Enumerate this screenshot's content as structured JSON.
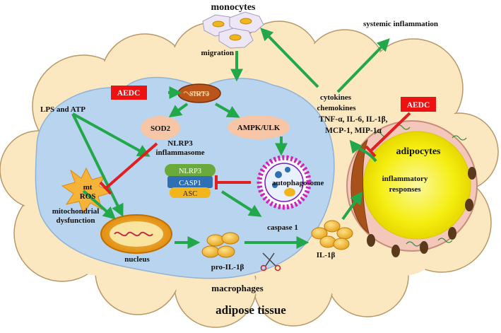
{
  "labels": {
    "monocytes": "monocytes",
    "systemic_inflammation": "systemic inflammation",
    "migration": "migration",
    "aedc_left": "AEDC",
    "aedc_right": "AEDC",
    "sirt3": "SIRT3",
    "lps_atp": "LPS and ATP",
    "sod2": "SOD2",
    "ampk_ulk": "AMPK/ULK",
    "nlrp3_inflammasome_line1": "NLRP3",
    "nlrp3_inflammasome_line2": "inflammasome",
    "nlrp3": "NLRP3",
    "casp1": "CASP1",
    "asc": "ASC",
    "autophagosome": "autophagosome",
    "mt_ros_line1": "mt",
    "mt_ros_line2": "ROS",
    "mito_dysfunction_line1": "mitochondrial",
    "mito_dysfunction_line2": "dysfunction",
    "caspase1": "caspase 1",
    "nucleus": "nucleus",
    "pro_il1b": "pro-IL-1β",
    "il1b": "IL-1β",
    "macrophages": "macrophages",
    "adipose_tissue": "adipose tissue",
    "cytokines": "cytokines",
    "chemokines": "chemokines",
    "cytokine_list_1": "TNF-α, IL-6, IL-1β,",
    "cytokine_list_2": "MCP-1, MIP-1α",
    "adipocytes": "adipocytes",
    "inflammatory": "inflammatory",
    "responses": "responses"
  },
  "colors": {
    "activation_arrow": "#22a84a",
    "inhibition_arrow": "#e02020",
    "tissue_fill": "#fbe7c0",
    "macrophage_fill": "#b9d4ee",
    "aedc_box": "#ee1111",
    "nlrp3_pill": "#6aaa3a",
    "casp1_pill": "#2f6fb3",
    "asc_pill": "#f2b51d",
    "sod2_bubble": "#f6c6a6",
    "ampk_bubble": "#f6c6a6",
    "adipocyte_core": "#f5ee10",
    "adipocyte_ring": "#f3c7b9"
  }
}
